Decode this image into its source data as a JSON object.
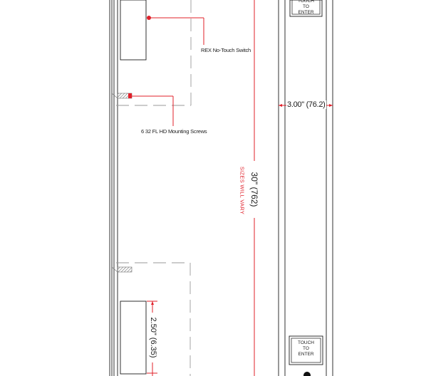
{
  "callouts": {
    "rex_switch": "REX No-Touch Switch",
    "mounting_screws": "6 32 FL HD Mounting Screws"
  },
  "buttons": {
    "top_label": "TOUCH\nTO\nENTER",
    "bottom_label": "TOUCH\nTO\nENTER"
  },
  "dimensions": {
    "height": "30\" (762)",
    "height_note": "SIZES WILL VARY",
    "width": "3.00\" (76.2)",
    "gap": "2.50\" (6.35)"
  },
  "colors": {
    "line": "#1a1a1a",
    "accent_red": "#e0202a",
    "dashed": "#9a9a9a",
    "hatch": "#7a7a7a"
  }
}
